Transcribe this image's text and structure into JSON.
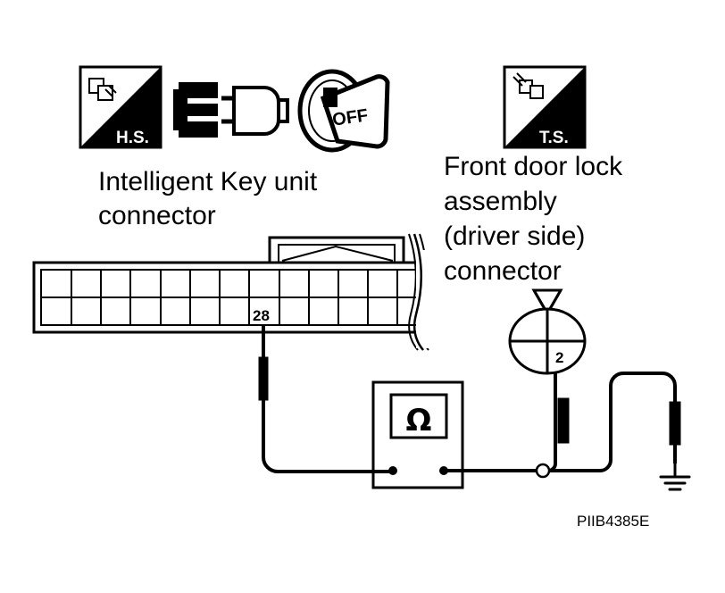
{
  "icons": {
    "harness_side_badge": "H.S.",
    "terminal_side_badge": "T.S.",
    "ignition_key_label": "OFF"
  },
  "labels": {
    "key_unit_line1": "Intelligent Key unit",
    "key_unit_line2": "connector",
    "door_lock_line1": "Front door lock",
    "door_lock_line2": "assembly",
    "door_lock_line3": "(driver side)",
    "door_lock_line4": "connector"
  },
  "terminals": {
    "key_unit_pin": "28",
    "door_lock_pin": "2"
  },
  "meter_symbol": "Ω",
  "figure_code": "PIIB4385E",
  "colors": {
    "ink": "#000000",
    "paper": "#ffffff"
  }
}
